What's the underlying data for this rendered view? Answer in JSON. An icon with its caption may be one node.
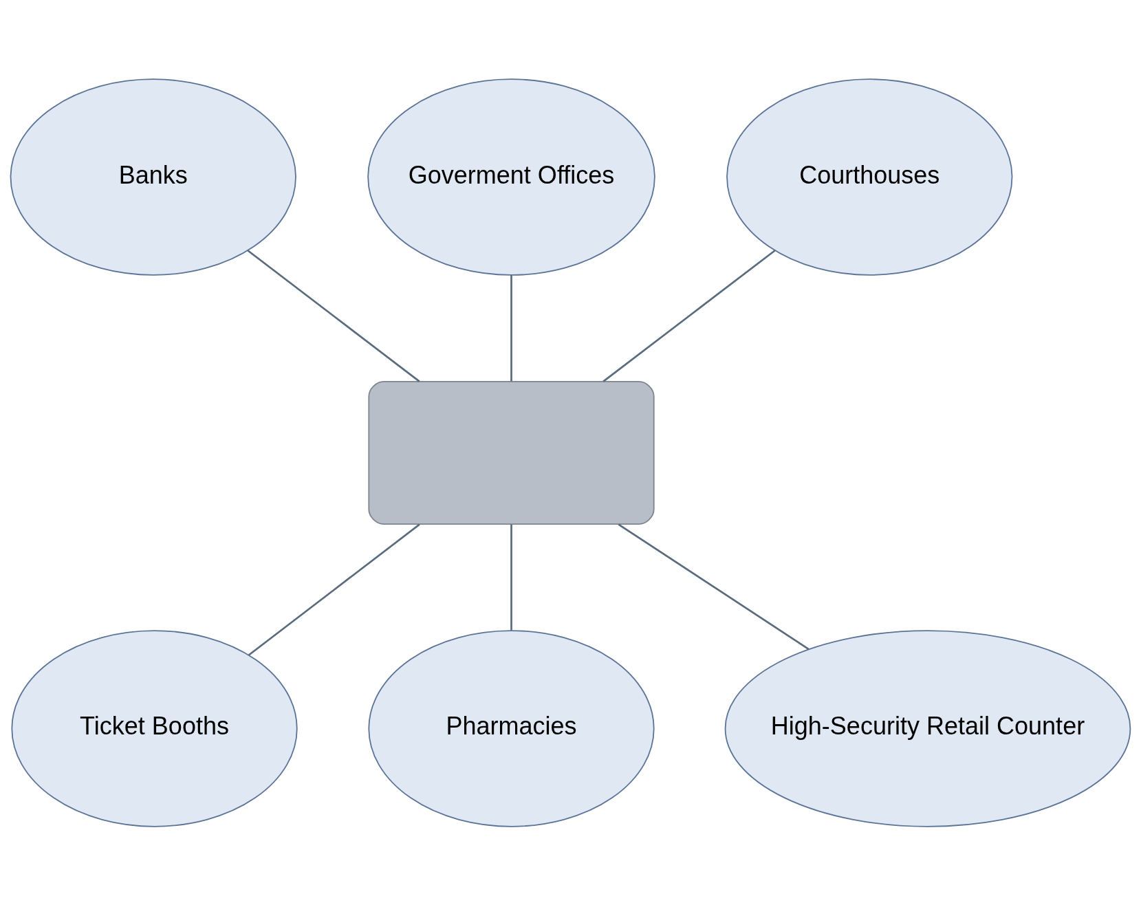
{
  "diagram": {
    "nodes": [
      {
        "text": [
          "Banks"
        ]
      },
      {
        "text": [
          "Goverment Offices"
        ]
      },
      {
        "text": [
          "Courthouses"
        ]
      },
      {
        "text": [],
        "shape": "box"
      },
      {
        "text": [
          "Ticket Booths"
        ]
      },
      {
        "text": [
          "Pharmacies"
        ]
      },
      {
        "text": [
          "High-Security Retail Counter"
        ]
      }
    ],
    "edges": [
      {
        "from": 0,
        "to": 3,
        "arrow": "none"
      },
      {
        "from": 1,
        "to": 3,
        "arrow": "none"
      },
      {
        "from": 2,
        "to": 3,
        "arrow": "none"
      },
      {
        "from": 3,
        "to": 4,
        "arrow": "none"
      },
      {
        "from": 3,
        "to": 5,
        "arrow": "none"
      },
      {
        "from": 3,
        "to": 6,
        "arrow": "none"
      }
    ]
  }
}
